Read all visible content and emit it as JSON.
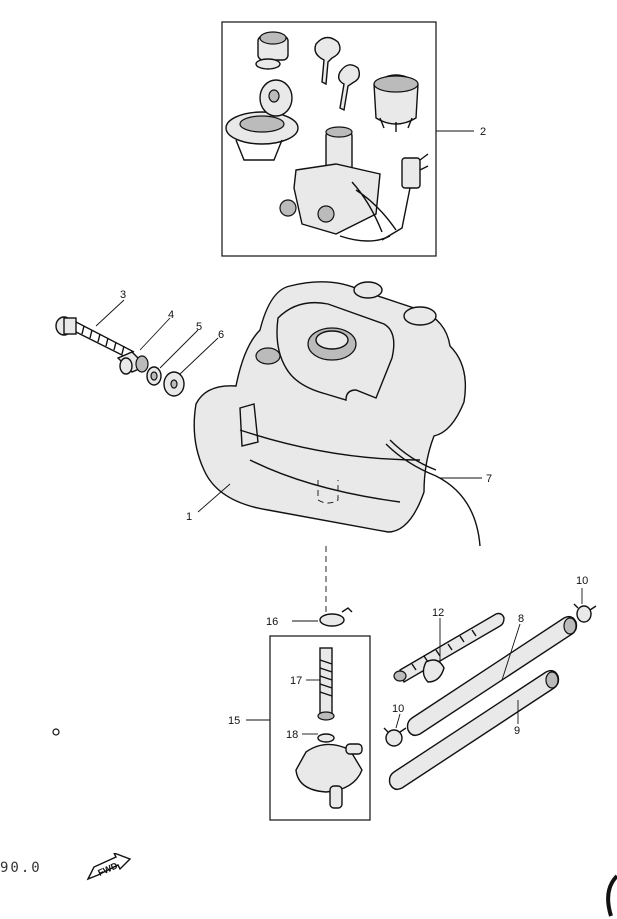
{
  "callouts": {
    "c1": "1",
    "c2": "2",
    "c3": "3",
    "c4": "4",
    "c5": "5",
    "c6": "6",
    "c7": "7",
    "c8": "8",
    "c9": "9",
    "c10a": "10",
    "c10b": "10",
    "c12": "12",
    "c15": "15",
    "c16": "16",
    "c17": "17",
    "c18": "18"
  },
  "footer": {
    "frame_code": "90.0",
    "fwd": "FWD"
  }
}
